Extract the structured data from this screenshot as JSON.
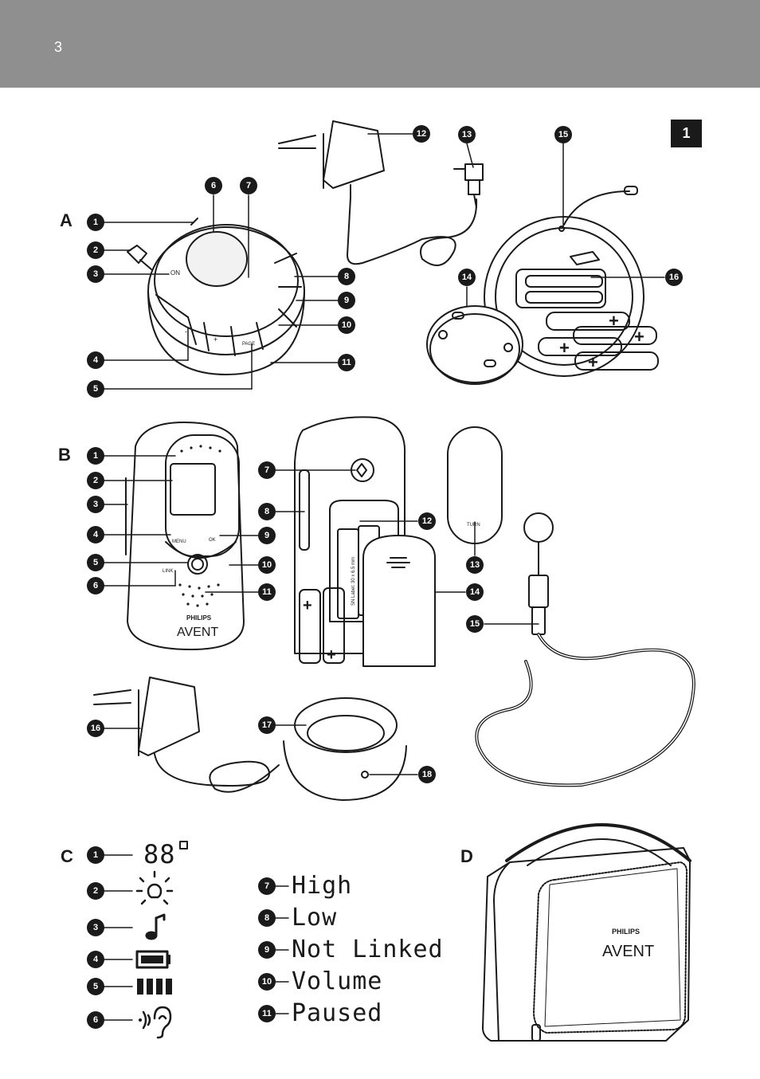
{
  "header": {
    "page_number": "3"
  },
  "figure_badge": "1",
  "sections": {
    "a": "A",
    "b": "B",
    "c": "C",
    "d": "D"
  },
  "callouts": {
    "a": [
      "1",
      "2",
      "3",
      "4",
      "5",
      "6",
      "7",
      "8",
      "9",
      "10",
      "11",
      "12",
      "13",
      "14",
      "15",
      "16"
    ],
    "b": [
      "1",
      "2",
      "3",
      "4",
      "5",
      "6",
      "7",
      "8",
      "9",
      "10",
      "11",
      "12",
      "13",
      "14",
      "15",
      "16",
      "17",
      "18"
    ],
    "c": [
      "1",
      "2",
      "3",
      "4",
      "5",
      "6",
      "7",
      "8",
      "9",
      "10",
      "11"
    ]
  },
  "device_labels": {
    "on": "ON",
    "page": "PAGE",
    "minus": "-",
    "plus": "+",
    "menu": "MENU",
    "ok": "OK",
    "link": "LINK",
    "turn": "TURN",
    "brand": "PHILIPS",
    "brand_sub": "AVENT",
    "battery_label": "SN Label: 30 x 6.5 mm",
    "battery_plus": "+"
  },
  "display_icons": {
    "digits": "88",
    "light": "light-icon",
    "music": "music-note-icon",
    "battery": "battery-icon",
    "signal": "signal-bars-icon",
    "ear": "ear-sound-icon"
  },
  "display_words": [
    "High",
    "Low",
    "Not Linked",
    "Volume",
    "Paused"
  ]
}
